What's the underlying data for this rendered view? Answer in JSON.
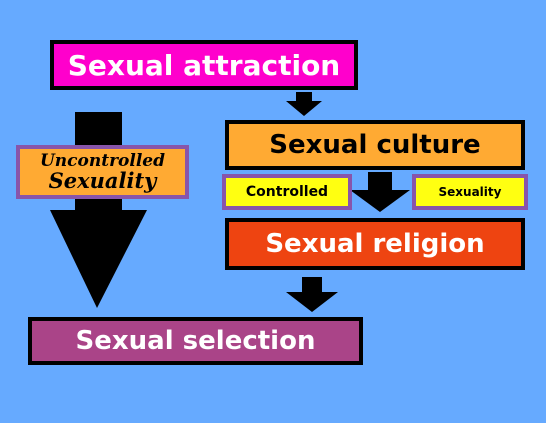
{
  "boxes": {
    "attraction": "Sexual attraction",
    "culture": "Sexual culture",
    "religion": "Sexual religion",
    "selection": "Sexual selection"
  },
  "tags": {
    "uncontrolled_line1": "Uncontrolled",
    "uncontrolled_line2": "Sexuality",
    "controlled_left": "Controlled",
    "controlled_right": "Sexuality"
  },
  "colors": {
    "background": "#66aaff",
    "attraction": "#ff00cc",
    "culture": "#ffaa33",
    "religion": "#ee4411",
    "selection": "#aa4488",
    "tag": "#ffff11",
    "tag_border": "#8855aa"
  }
}
